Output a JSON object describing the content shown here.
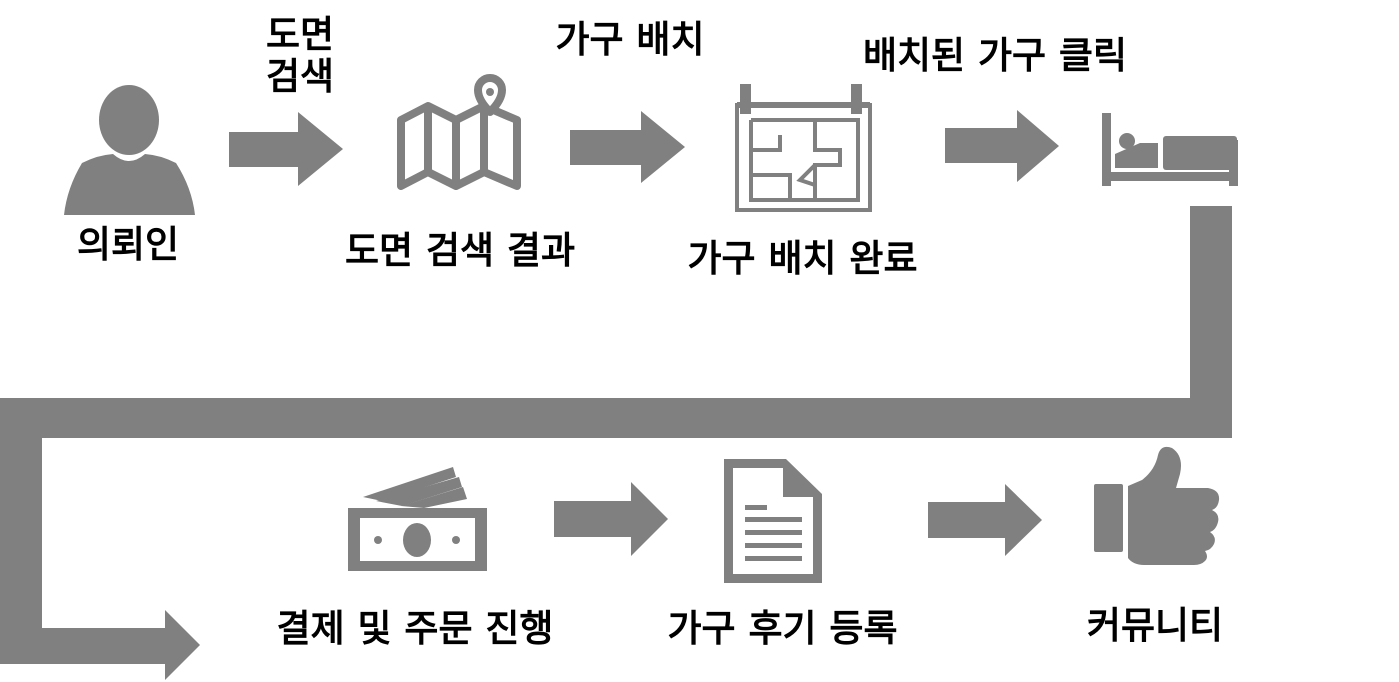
{
  "colors": {
    "shape": "#808080",
    "text": "#000000",
    "background": "#ffffff"
  },
  "steps": [
    {
      "label": "의뢰인",
      "icon": "person-icon"
    },
    {
      "label": "도면 검색 결과",
      "icon": "map-pin-icon"
    },
    {
      "label": "가구 배치 완료",
      "icon": "floor-plan-icon"
    },
    {
      "label": "",
      "icon": "bed-icon"
    },
    {
      "label": "결제 및 주문 진행",
      "icon": "money-icon"
    },
    {
      "label": "가구 후기 등록",
      "icon": "document-icon"
    },
    {
      "label": "커뮤니티",
      "icon": "thumbs-up-icon"
    }
  ],
  "arrow_labels": {
    "search": [
      "도면",
      "검색"
    ],
    "arrange": "가구 배치",
    "click": "배치된 가구 클릭"
  }
}
